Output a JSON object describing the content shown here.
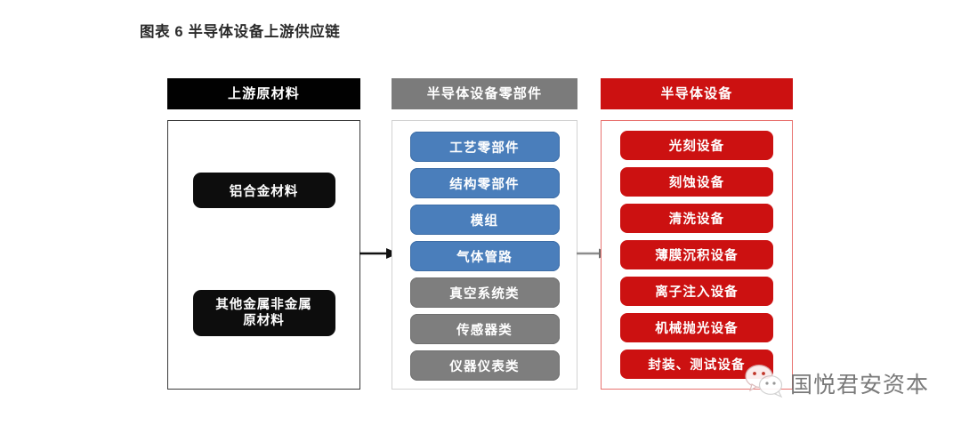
{
  "figure": {
    "title": "图表 6 半导体设备上游供应链"
  },
  "columns": [
    {
      "id": "upstream",
      "header": "上游原材料",
      "header_color": "#010101",
      "border_color": "#3a3a3a",
      "items": [
        {
          "label": "铝合金材料",
          "style": "black"
        },
        {
          "label_line1": "其他金属非金属",
          "label_line2": "原材料",
          "style": "black"
        }
      ]
    },
    {
      "id": "components",
      "header": "半导体设备零部件",
      "header_color": "#7b7b7b",
      "border_color": "#d2d2d2",
      "items": [
        {
          "label": "工艺零部件",
          "style": "blue"
        },
        {
          "label": "结构零部件",
          "style": "blue"
        },
        {
          "label": "模组",
          "style": "blue"
        },
        {
          "label": "气体管路",
          "style": "blue"
        },
        {
          "label": "真空系统类",
          "style": "gray"
        },
        {
          "label": "传感器类",
          "style": "gray"
        },
        {
          "label": "仪器仪表类",
          "style": "gray"
        }
      ]
    },
    {
      "id": "equipment",
      "header": "半导体设备",
      "header_color": "#cc1111",
      "border_color": "#e8726f",
      "items": [
        {
          "label": "光刻设备",
          "style": "red"
        },
        {
          "label": "刻蚀设备",
          "style": "red"
        },
        {
          "label": "清洗设备",
          "style": "red"
        },
        {
          "label": "薄膜沉积设备",
          "style": "red"
        },
        {
          "label": "离子注入设备",
          "style": "red"
        },
        {
          "label": "机械抛光设备",
          "style": "red"
        },
        {
          "label": "封装、测试设备",
          "style": "red"
        }
      ]
    }
  ],
  "arrows": [
    {
      "id": "arrow-upstream-to-components",
      "color": "#111111"
    },
    {
      "id": "arrow-components-to-equipment",
      "color": "#8d8d8d"
    }
  ],
  "watermark": {
    "icon": "wechat-icon",
    "text": "国悦君安资本",
    "color": "#6e6e6e"
  },
  "colors": {
    "blue": "#4a7ebb",
    "gray": "#7e7e7e",
    "red": "#cc1111",
    "black": "#0d0d0d",
    "background": "#ffffff"
  }
}
